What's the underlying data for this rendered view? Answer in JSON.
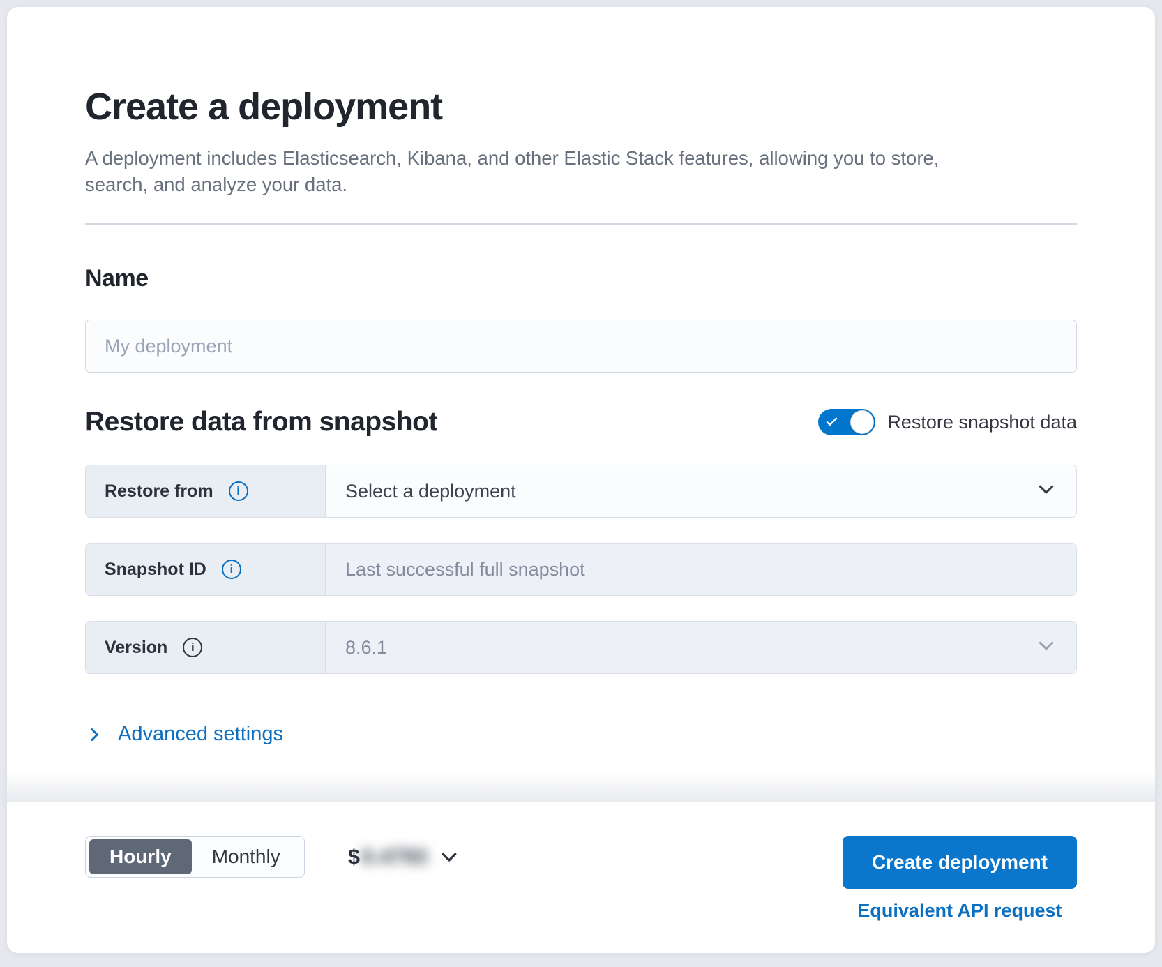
{
  "header": {
    "title": "Create a deployment",
    "subtitle": "A deployment includes Elasticsearch, Kibana, and other Elastic Stack features, allowing you to store, search, and analyze your data."
  },
  "name_section": {
    "heading": "Name",
    "input_value": "",
    "input_placeholder": "My deployment"
  },
  "restore_section": {
    "heading": "Restore data from snapshot",
    "toggle": {
      "label": "Restore snapshot data",
      "state": "on"
    },
    "rows": [
      {
        "label": "Restore from",
        "icon": "info-icon",
        "control": "select",
        "value": "Select a deployment",
        "disabled": false
      },
      {
        "label": "Snapshot ID",
        "icon": "info-icon",
        "control": "text-input",
        "placeholder": "Last successful full snapshot",
        "disabled": true
      },
      {
        "label": "Version",
        "icon": "info-icon",
        "control": "select",
        "value": "8.6.1",
        "disabled": true
      }
    ],
    "advanced_settings_label": "Advanced settings"
  },
  "footer": {
    "billing_toggle": {
      "options": [
        "Hourly",
        "Monthly"
      ],
      "selected": "Hourly"
    },
    "price": {
      "currency": "$",
      "amount_blurred": "0.4793"
    },
    "create_button_label": "Create deployment",
    "api_link_label": "Equivalent API request"
  },
  "colors": {
    "primary_button_blue": "#0a77cc",
    "toggle_blue": "#0077cc",
    "link_blue": "#0b6fc2",
    "selected_segment_gray": "#5e6877",
    "disabled_field_bg": "#edf0f6",
    "row_label_bg": "#e9edf4"
  }
}
